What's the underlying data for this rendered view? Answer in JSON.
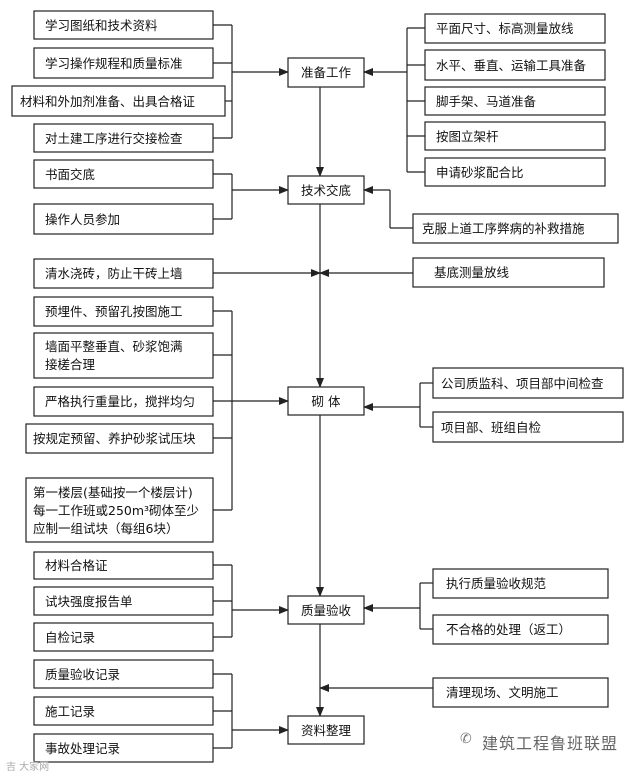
{
  "steps": {
    "prep": "准备工作",
    "tech": "技术交底",
    "masonry": "砌  体",
    "qa": "质量验收",
    "docs": "资料整理"
  },
  "left": {
    "study_drawings": "学习图纸和技术资料",
    "study_rules": "学习操作规程和质量标准",
    "materials": "材料和外加剂准备、出具合格证",
    "handover": "对土建工序进行交接检查",
    "written": "书面交底",
    "staff": "操作人员参加",
    "water_bricks": "清水浇砖，防止干砖上墙",
    "embed": "预埋件、预留孔按图施工",
    "wall_flat_1": "墙面平整垂直、砂浆饱满",
    "wall_flat_2": "接槎合理",
    "ratio": "严格执行重量比，搅拌均匀",
    "cure": "按规定预留、养护砂浆试压块",
    "floor_1": "第一楼层(基础按一个楼层计)",
    "floor_2": "每一工作班或250m³砌体至少",
    "floor_3": "应制一组试块（每组6块）",
    "mat_cert": "材料合格证",
    "strength": "试块强度报告单",
    "self_check": "自检记录",
    "qa_record": "质量验收记录",
    "construction_record": "施工记录",
    "accident_record": "事故处理记录"
  },
  "right": {
    "survey": "平面尺寸、标高测量放线",
    "tools": "水平、垂直、运输工具准备",
    "scaffold": "脚手架、马道准备",
    "pole": "按图立架杆",
    "mortar": "申请砂浆配合比",
    "remedy": "克服上道工序弊病的补救措施",
    "base_survey": "基底测量放线",
    "inspect": "公司质监科、项目部中间检查",
    "team_check": "项目部、班组自检",
    "spec": "执行质量验收规范",
    "rework": "不合格的处理（返工）",
    "cleanup": "清理现场、文明施工"
  },
  "watermark": {
    "brand": "建筑工程鲁班联盟",
    "icon": "wechat-icon",
    "corner": "吉 大家网"
  }
}
